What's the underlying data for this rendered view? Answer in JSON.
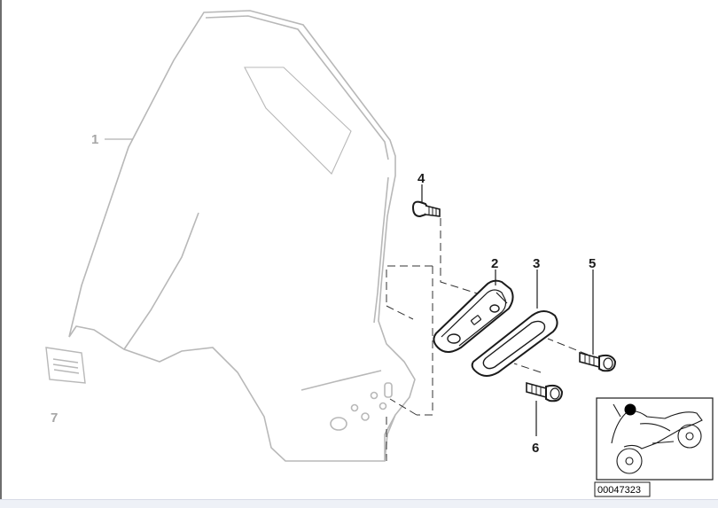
{
  "callouts": {
    "c1": "1",
    "c2": "2",
    "c3": "3",
    "c4": "4",
    "c5": "5",
    "c6": "6",
    "c7": "7"
  },
  "reference_number": "00047323",
  "colors": {
    "faded_part": "#b5b5b5",
    "dark_part": "#1b1b1b",
    "motorcycle_highlight": "#000000"
  }
}
